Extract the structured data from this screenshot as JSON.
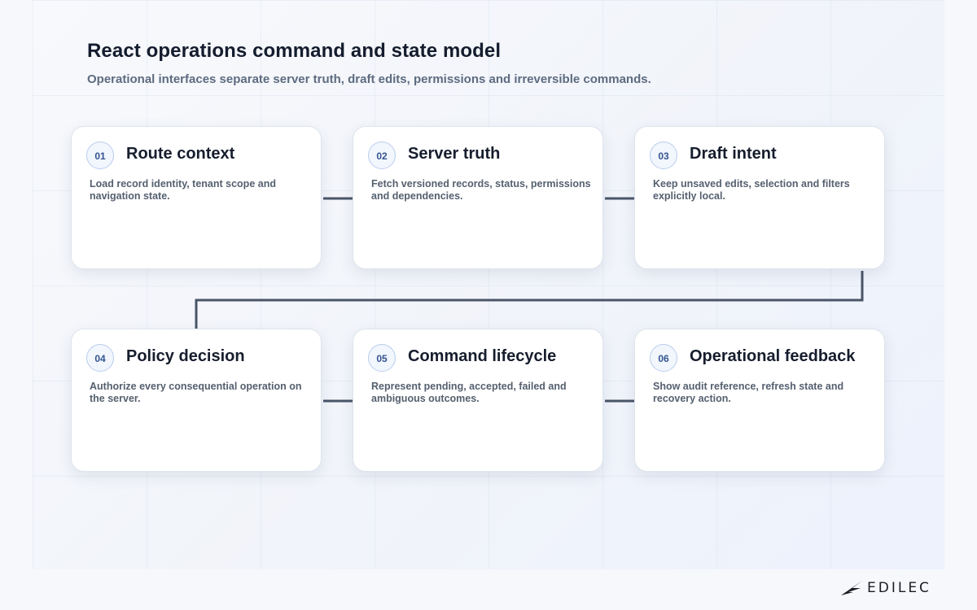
{
  "header": {
    "title": "React operations command and state model",
    "subtitle": "Operational interfaces separate server truth, draft edits, permissions and irreversible commands."
  },
  "steps": [
    {
      "number": "01",
      "title": "Route context",
      "description": "Load record identity, tenant scope and navigation state."
    },
    {
      "number": "02",
      "title": "Server truth",
      "description": "Fetch versioned records, status, permissions and dependencies."
    },
    {
      "number": "03",
      "title": "Draft intent",
      "description": "Keep unsaved edits, selection and filters explicitly local."
    },
    {
      "number": "04",
      "title": "Policy decision",
      "description": "Authorize every consequential operation on the server."
    },
    {
      "number": "05",
      "title": "Command lifecycle",
      "description": "Represent pending, accepted, failed and ambiguous outcomes."
    },
    {
      "number": "06",
      "title": "Operational feedback",
      "description": "Show audit reference, refresh state and recovery action."
    }
  ],
  "colors": {
    "connector": "#4a5568",
    "badge_text": "#33548f",
    "badge_border": "#b9cdee"
  },
  "logo": {
    "text": "EDILEC",
    "icon": "edilec-logo-icon"
  }
}
